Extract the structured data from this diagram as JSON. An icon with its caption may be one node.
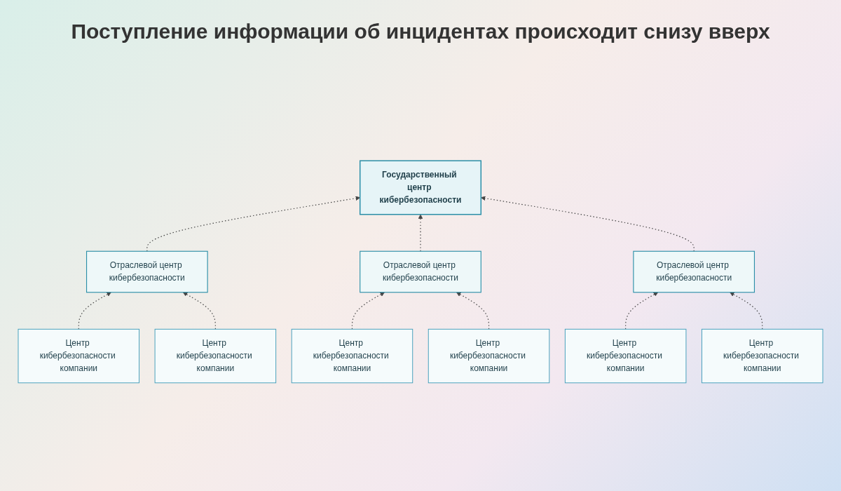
{
  "diagram": {
    "title": "Поступление информации об инцидентах происходит снизу вверх",
    "nodes": [
      {
        "text": [
          "Государственный центр кибербезопасности"
        ]
      },
      {
        "text": [
          "Отраслевой центр кибербезопасности"
        ]
      },
      {
        "text": [
          "Отраслевой центр кибербезопасности"
        ]
      },
      {
        "text": [
          "Отраслевой центр кибербезопасности"
        ]
      },
      {
        "text": [
          "Центр кибербезопасности компании"
        ]
      },
      {
        "text": [
          "Центр кибербезопасности компании"
        ]
      },
      {
        "text": [
          "Центр кибербезопасности компании"
        ]
      },
      {
        "text": [
          "Центр кибербезопасности компании"
        ]
      },
      {
        "text": [
          "Центр кибербезопасности компании"
        ]
      },
      {
        "text": [
          "Центр кибербезопасности компании"
        ]
      }
    ],
    "edges": [
      {
        "from": 1,
        "to": 0,
        "arrow": "to",
        "style": "dashed"
      },
      {
        "from": 2,
        "to": 0,
        "arrow": "to",
        "style": "dashed"
      },
      {
        "from": 3,
        "to": 0,
        "arrow": "to",
        "style": "dashed"
      },
      {
        "from": 4,
        "to": 1,
        "arrow": "to",
        "style": "dashed"
      },
      {
        "from": 5,
        "to": 1,
        "arrow": "to",
        "style": "dashed"
      },
      {
        "from": 6,
        "to": 2,
        "arrow": "to",
        "style": "dashed"
      },
      {
        "from": 7,
        "to": 2,
        "arrow": "to",
        "style": "dashed"
      },
      {
        "from": 8,
        "to": 3,
        "arrow": "to",
        "style": "dashed"
      },
      {
        "from": 9,
        "to": 3,
        "arrow": "to",
        "style": "dashed"
      }
    ]
  }
}
